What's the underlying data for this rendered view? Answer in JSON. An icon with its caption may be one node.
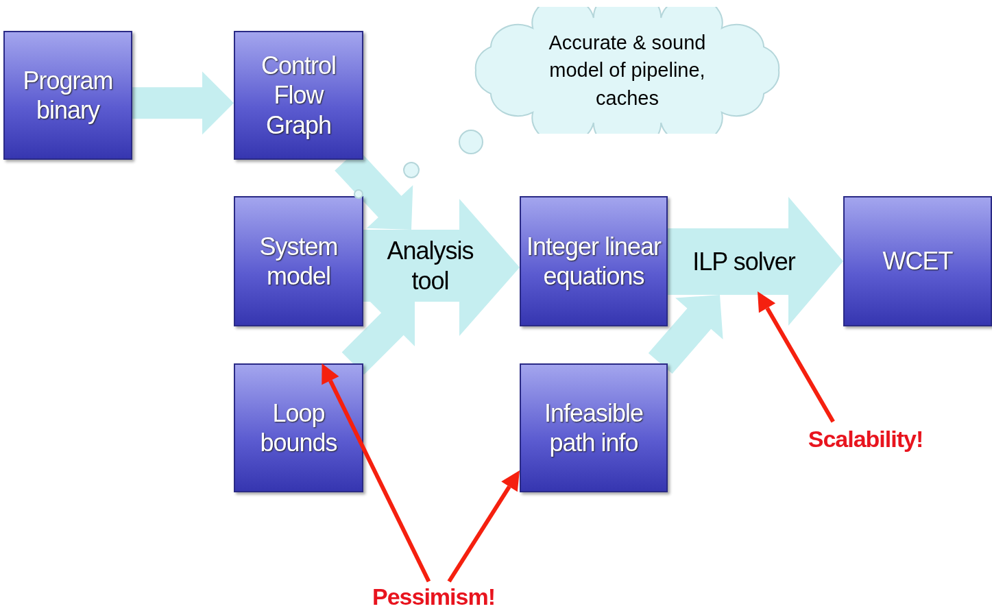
{
  "diagram": {
    "nodes": [
      {
        "text": [
          "Program binary"
        ]
      },
      {
        "text": [
          "Control Flow Graph"
        ]
      },
      {
        "text": [
          "Accurate & sound model of pipeline, caches"
        ]
      },
      {
        "text": [
          "System model"
        ]
      },
      {
        "text": [
          "Integer linear equations"
        ]
      },
      {
        "text": [
          "WCET"
        ]
      },
      {
        "text": [
          "Loop bounds"
        ]
      },
      {
        "text": [
          "Infeasible path info"
        ]
      },
      {
        "text": [
          "Scalability!"
        ]
      },
      {
        "text": [
          "Pessimism!"
        ]
      }
    ],
    "edges": [
      {
        "from": 0,
        "to": 1,
        "arrow": "to"
      },
      {
        "from": 3,
        "to": 4,
        "arrow": "to",
        "label": "Analysis tool"
      },
      {
        "from": 4,
        "to": 5,
        "arrow": "to",
        "label": "ILP solver"
      },
      {
        "from": 1,
        "to": null,
        "arrow": "to"
      },
      {
        "from": 6,
        "to": null,
        "arrow": "to"
      },
      {
        "from": 7,
        "to": null,
        "arrow": "to"
      },
      {
        "from": 8,
        "to": null,
        "arrow": "to",
        "color": "#f5200f"
      },
      {
        "from": 9,
        "to": 6,
        "arrow": "to",
        "color": "#f5200f"
      },
      {
        "from": 9,
        "to": 7,
        "arrow": "to",
        "color": "#f5200f"
      }
    ]
  }
}
